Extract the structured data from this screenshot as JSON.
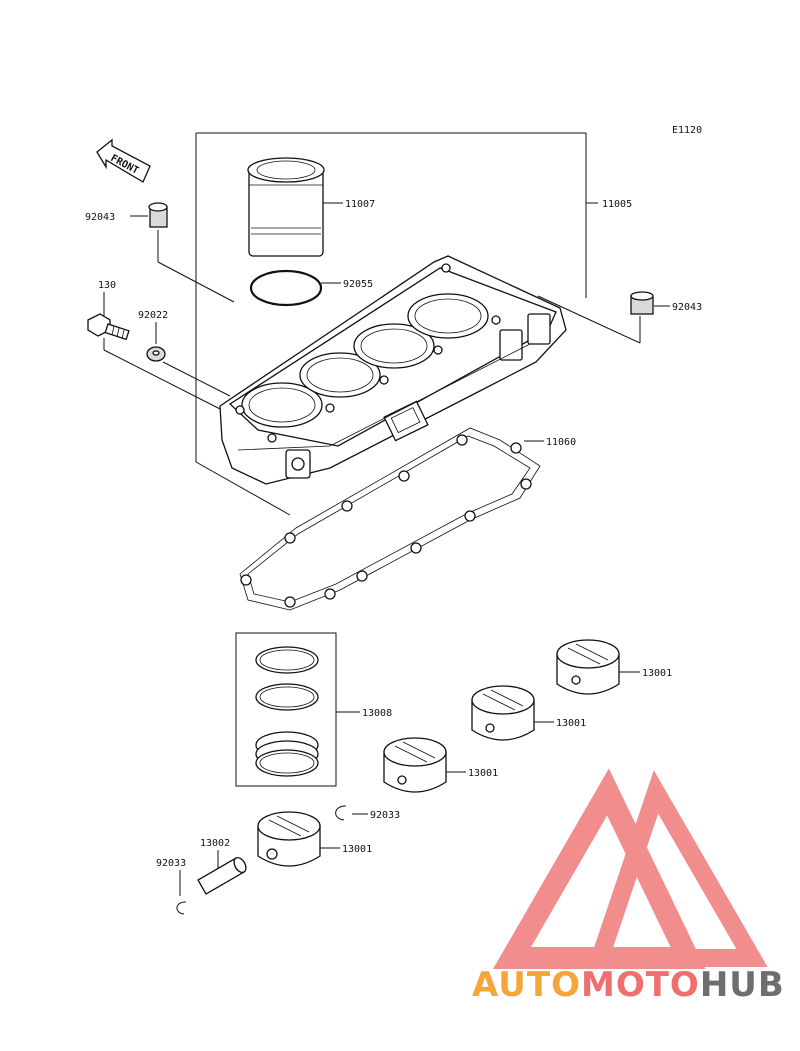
{
  "diagram": {
    "code": "E1120",
    "front_label": "FRONT",
    "part_numbers": {
      "cylinder_assy": "11005",
      "liner": "11007",
      "o_ring": "92055",
      "dowel_left": "92043",
      "dowel_right": "92043",
      "bolt": "130",
      "washer": "92022",
      "head_gasket": "11060",
      "ring_set": "13008",
      "piston_1": "13001",
      "piston_2": "13001",
      "piston_3": "13001",
      "piston_4": "13001",
      "circlip_upper": "92033",
      "circlip_lower": "92033",
      "piston_pin": "13002"
    }
  },
  "watermark": {
    "brand_part1": "AUTO",
    "brand_part2": "MOTO",
    "brand_part3": "HUB",
    "colors": {
      "orange": "#f4a63a",
      "red": "#ef6f6f",
      "gray": "#6e6e6e",
      "logo_red": "#f07a7a"
    }
  }
}
